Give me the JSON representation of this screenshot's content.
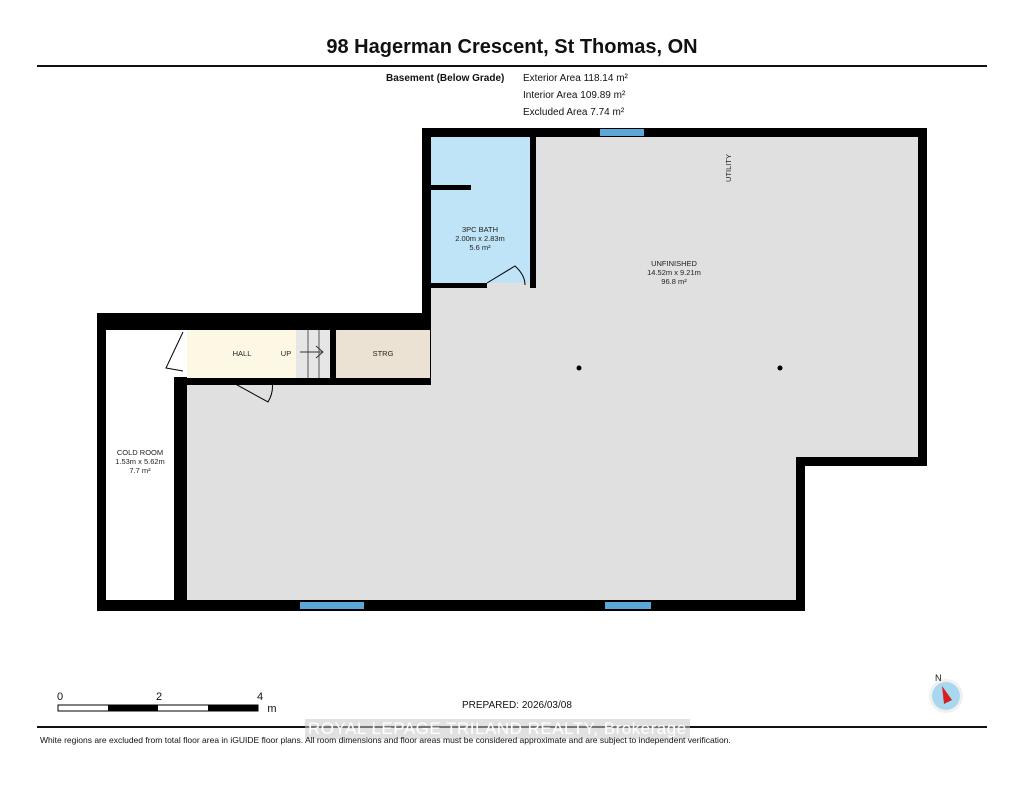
{
  "title": "98 Hagerman Crescent, St Thomas, ON",
  "floor": {
    "name": "Basement (Below Grade)",
    "exterior_area": "Exterior Area 118.14 m²",
    "interior_area": "Interior Area 109.89 m²",
    "excluded_area": "Excluded Area 7.74 m²"
  },
  "rooms": {
    "bath": {
      "name": "3PC BATH",
      "dims": "2.00m x 2.83m",
      "area": "5.6 m²"
    },
    "unfinished": {
      "name": "UNFINISHED",
      "dims": "14.52m x 9.21m",
      "area": "96.8 m²"
    },
    "utility": {
      "name": "UTILITY"
    },
    "cold_room": {
      "name": "COLD ROOM",
      "dims": "1.53m x 5.62m",
      "area": "7.7 m²"
    },
    "hall": {
      "name": "HALL"
    },
    "stairs": {
      "name": "UP"
    },
    "storage": {
      "name": "STRG"
    }
  },
  "scale": {
    "ticks": [
      "0",
      "2",
      "4"
    ],
    "unit": "m"
  },
  "prepared": "PREPARED: 2026/03/08",
  "compass": {
    "label": "N"
  },
  "watermark": "ROYAL LEPAGE TRILAND REALTY, Brokerage",
  "disclaimer": "White regions are excluded from total floor area in iGUIDE floor plans. All room dimensions and floor areas must be considered approximate and are subject to independent verification.",
  "colors": {
    "wall": "#000000",
    "unfinished": "#e0e0e0",
    "bath": "#bfe3f7",
    "hall": "#fdf8e4",
    "storage": "#ebe2d3",
    "window": "#5ba8d8"
  }
}
